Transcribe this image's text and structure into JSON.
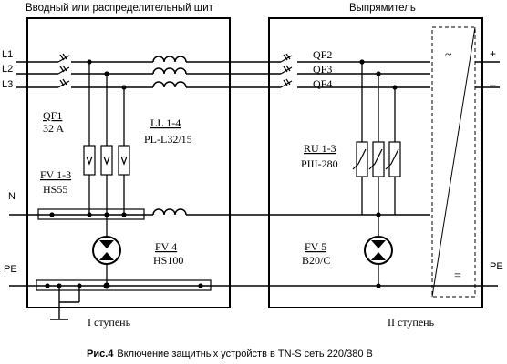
{
  "panels": {
    "left_title": "Вводный или распределительный щит",
    "right_title": "Выпрямитель"
  },
  "lines": {
    "l1": "L1",
    "l2": "L2",
    "l3": "L3",
    "n": "N",
    "pe_left": "PE",
    "pe_right": "PE"
  },
  "components": {
    "qf1_name": "QF1",
    "qf1_value": "32 A",
    "ll_name": "LL 1-4",
    "ll_value": "PL-L32/15",
    "fv13_name": "FV 1-3",
    "fv13_value": "HS55",
    "fv4_name": "FV 4",
    "fv4_value": "HS100",
    "qf2": "QF2",
    "qf3": "QF3",
    "qf4": "QF4",
    "ru_name": "RU 1-3",
    "ru_value": "PIII-280",
    "fv5_name": "FV 5",
    "fv5_value": "B20/C"
  },
  "rectifier": {
    "ac_symbol": "~",
    "dc_symbol": "=",
    "plus": "+",
    "minus": "–"
  },
  "stages": {
    "stage1": "I ступень",
    "stage2": "II ступень"
  },
  "caption": {
    "label": "Рис.4",
    "text": "Включение защитных устройств в TN-S сеть 220/380 В"
  }
}
